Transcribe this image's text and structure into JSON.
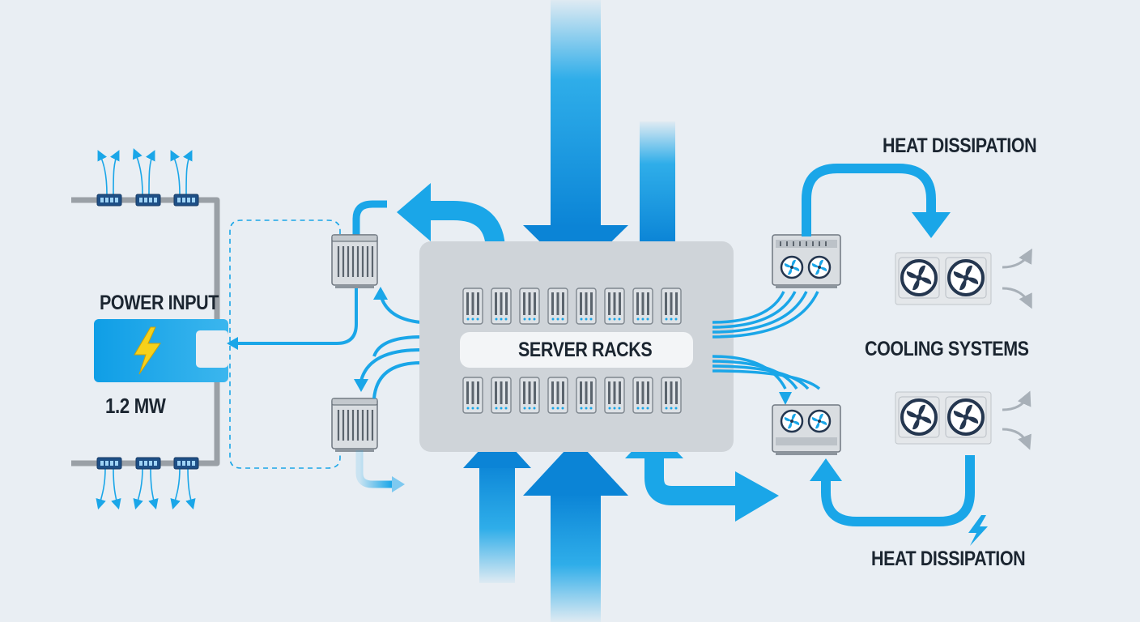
{
  "labels": {
    "power_input": "POWER INPUT",
    "power_rating": "1.2 MW",
    "server_racks": "SERVER RACKS",
    "cooling_systems": "COOLING SYSTEMS",
    "heat_dissipation_top": "HEAT DISSIPATION",
    "heat_dissipation_bottom": "HEAT DISSIPATION"
  },
  "icons": {
    "power": "lightning-bolt-icon",
    "cooling_unit": "fan-icon",
    "server": "server-rack-icon",
    "heat": "lightning-bolt-icon"
  },
  "colors": {
    "background": "#e9eef3",
    "flow_blue": "#1aa6e8",
    "flow_blue_dark": "#0b84d6",
    "panel_gray": "#cfd4d9",
    "conduit_gray": "#9aa0a6",
    "text_dark": "#1b2530",
    "bolt_yellow": "#f6d11b",
    "fan_navy": "#24364f"
  }
}
